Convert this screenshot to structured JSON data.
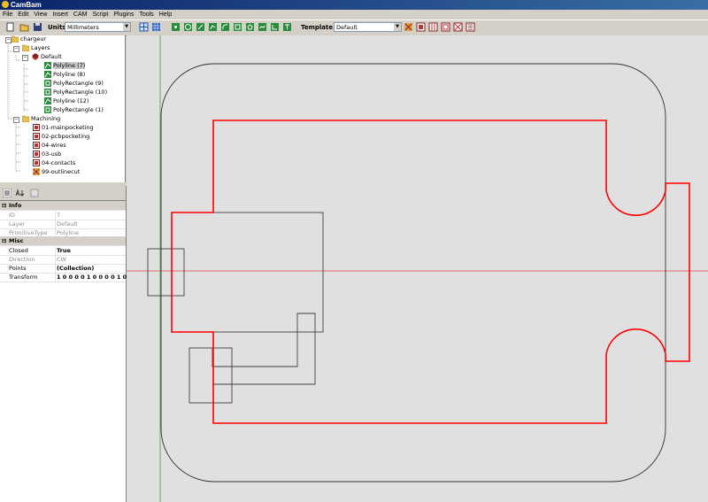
{
  "window": {
    "title": "CamBam"
  },
  "menu": [
    "File",
    "Edit",
    "View",
    "Insert",
    "CAM",
    "Script",
    "Plugins",
    "Tools",
    "Help"
  ],
  "toolbar": {
    "units_label": "Units",
    "units_value": "Millimeters",
    "template_label": "Template",
    "template_value": "Default"
  },
  "tree": {
    "root": "chargeur",
    "layers": "Layers",
    "default_layer": "Default",
    "drawing_items": [
      "Polyline (7)",
      "Polyline (8)",
      "PolyRectangle (9)",
      "PolyRectangle (10)",
      "Polyline (12)",
      "PolyRectangle (1)"
    ],
    "machining": "Machining",
    "machining_items": [
      "01-mainpocketing",
      "02-pcbpocketing",
      "04-wires",
      "03-usb",
      "04-contacts",
      "99-outlinecut"
    ]
  },
  "properties": {
    "info_category": "Info",
    "misc_category": "Misc",
    "rows": [
      {
        "key": "ID",
        "value": "7"
      },
      {
        "key": "Layer",
        "value": "Default"
      },
      {
        "key": "PrimitiveType",
        "value": "Polyline"
      },
      {
        "key": "Closed",
        "value": "True"
      },
      {
        "key": "Direction",
        "value": "CW"
      },
      {
        "key": "Points",
        "value": "(Collection)"
      },
      {
        "key": "Transform",
        "value": "1 0 0 0 0 1 0 0 0 0 1 0"
      }
    ]
  },
  "colors": {
    "selection_red": "#ff0000",
    "shape_grey": "#303030",
    "x_axis": "#e04040",
    "y_axis": "#40a040",
    "canvas_bg": "#e0e0e0"
  }
}
